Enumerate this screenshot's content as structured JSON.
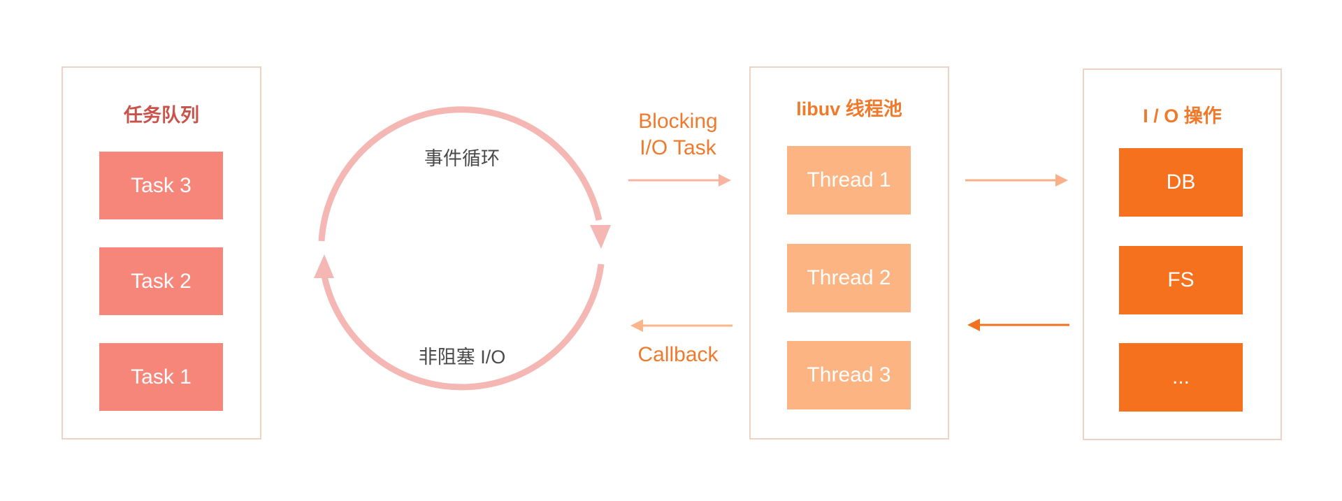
{
  "task_queue": {
    "title": "任务队列",
    "tasks": [
      "Task 3",
      "Task 2",
      "Task 1"
    ]
  },
  "event_loop": {
    "top_label": "事件循环",
    "bottom_label": "非阻塞 I/O"
  },
  "arrows": {
    "blocking_label_line1": "Blocking",
    "blocking_label_line2": "I/O Task",
    "callback_label": "Callback"
  },
  "thread_pool": {
    "title": "libuv 线程池",
    "threads": [
      "Thread 1",
      "Thread 2",
      "Thread 3"
    ]
  },
  "io_ops": {
    "title": "I / O 操作",
    "items": [
      "DB",
      "FS",
      "..."
    ]
  },
  "colors": {
    "panel_border": "#ecd3c6",
    "task_fill": "#f7867a",
    "thread_fill": "#fbb482",
    "io_fill": "#f6711e",
    "loop_ring": "#f4b7b3",
    "label_orange": "#f07a2c"
  }
}
